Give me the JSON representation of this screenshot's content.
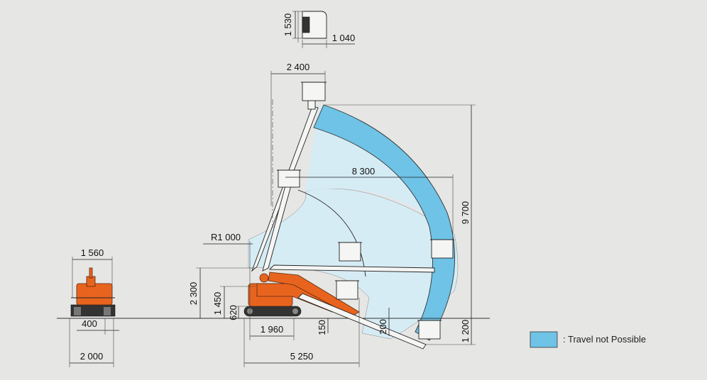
{
  "colors": {
    "background": "#e6e6e4",
    "travel_not_possible": "#6fc3e6",
    "working_range": "#d6ecf5",
    "machine_orange": "#e8641e"
  },
  "dimensions": {
    "basket_height": "1 530",
    "basket_width": "1 040",
    "basket_top_offset": "2 400",
    "outreach": "8 300",
    "max_height": "9 700",
    "below_ground": "1 200",
    "rotation_radius": "R1 000",
    "front_width": "1 560",
    "height_2300": "2 300",
    "height_1450": "1 450",
    "height_620": "620",
    "track_length": "1 960",
    "ground_150": "150",
    "ground_200": "200",
    "overall_length": "5 250",
    "track_width": "400",
    "overall_width": "2 000"
  },
  "legend": {
    "label": ": Travel not Possible"
  }
}
